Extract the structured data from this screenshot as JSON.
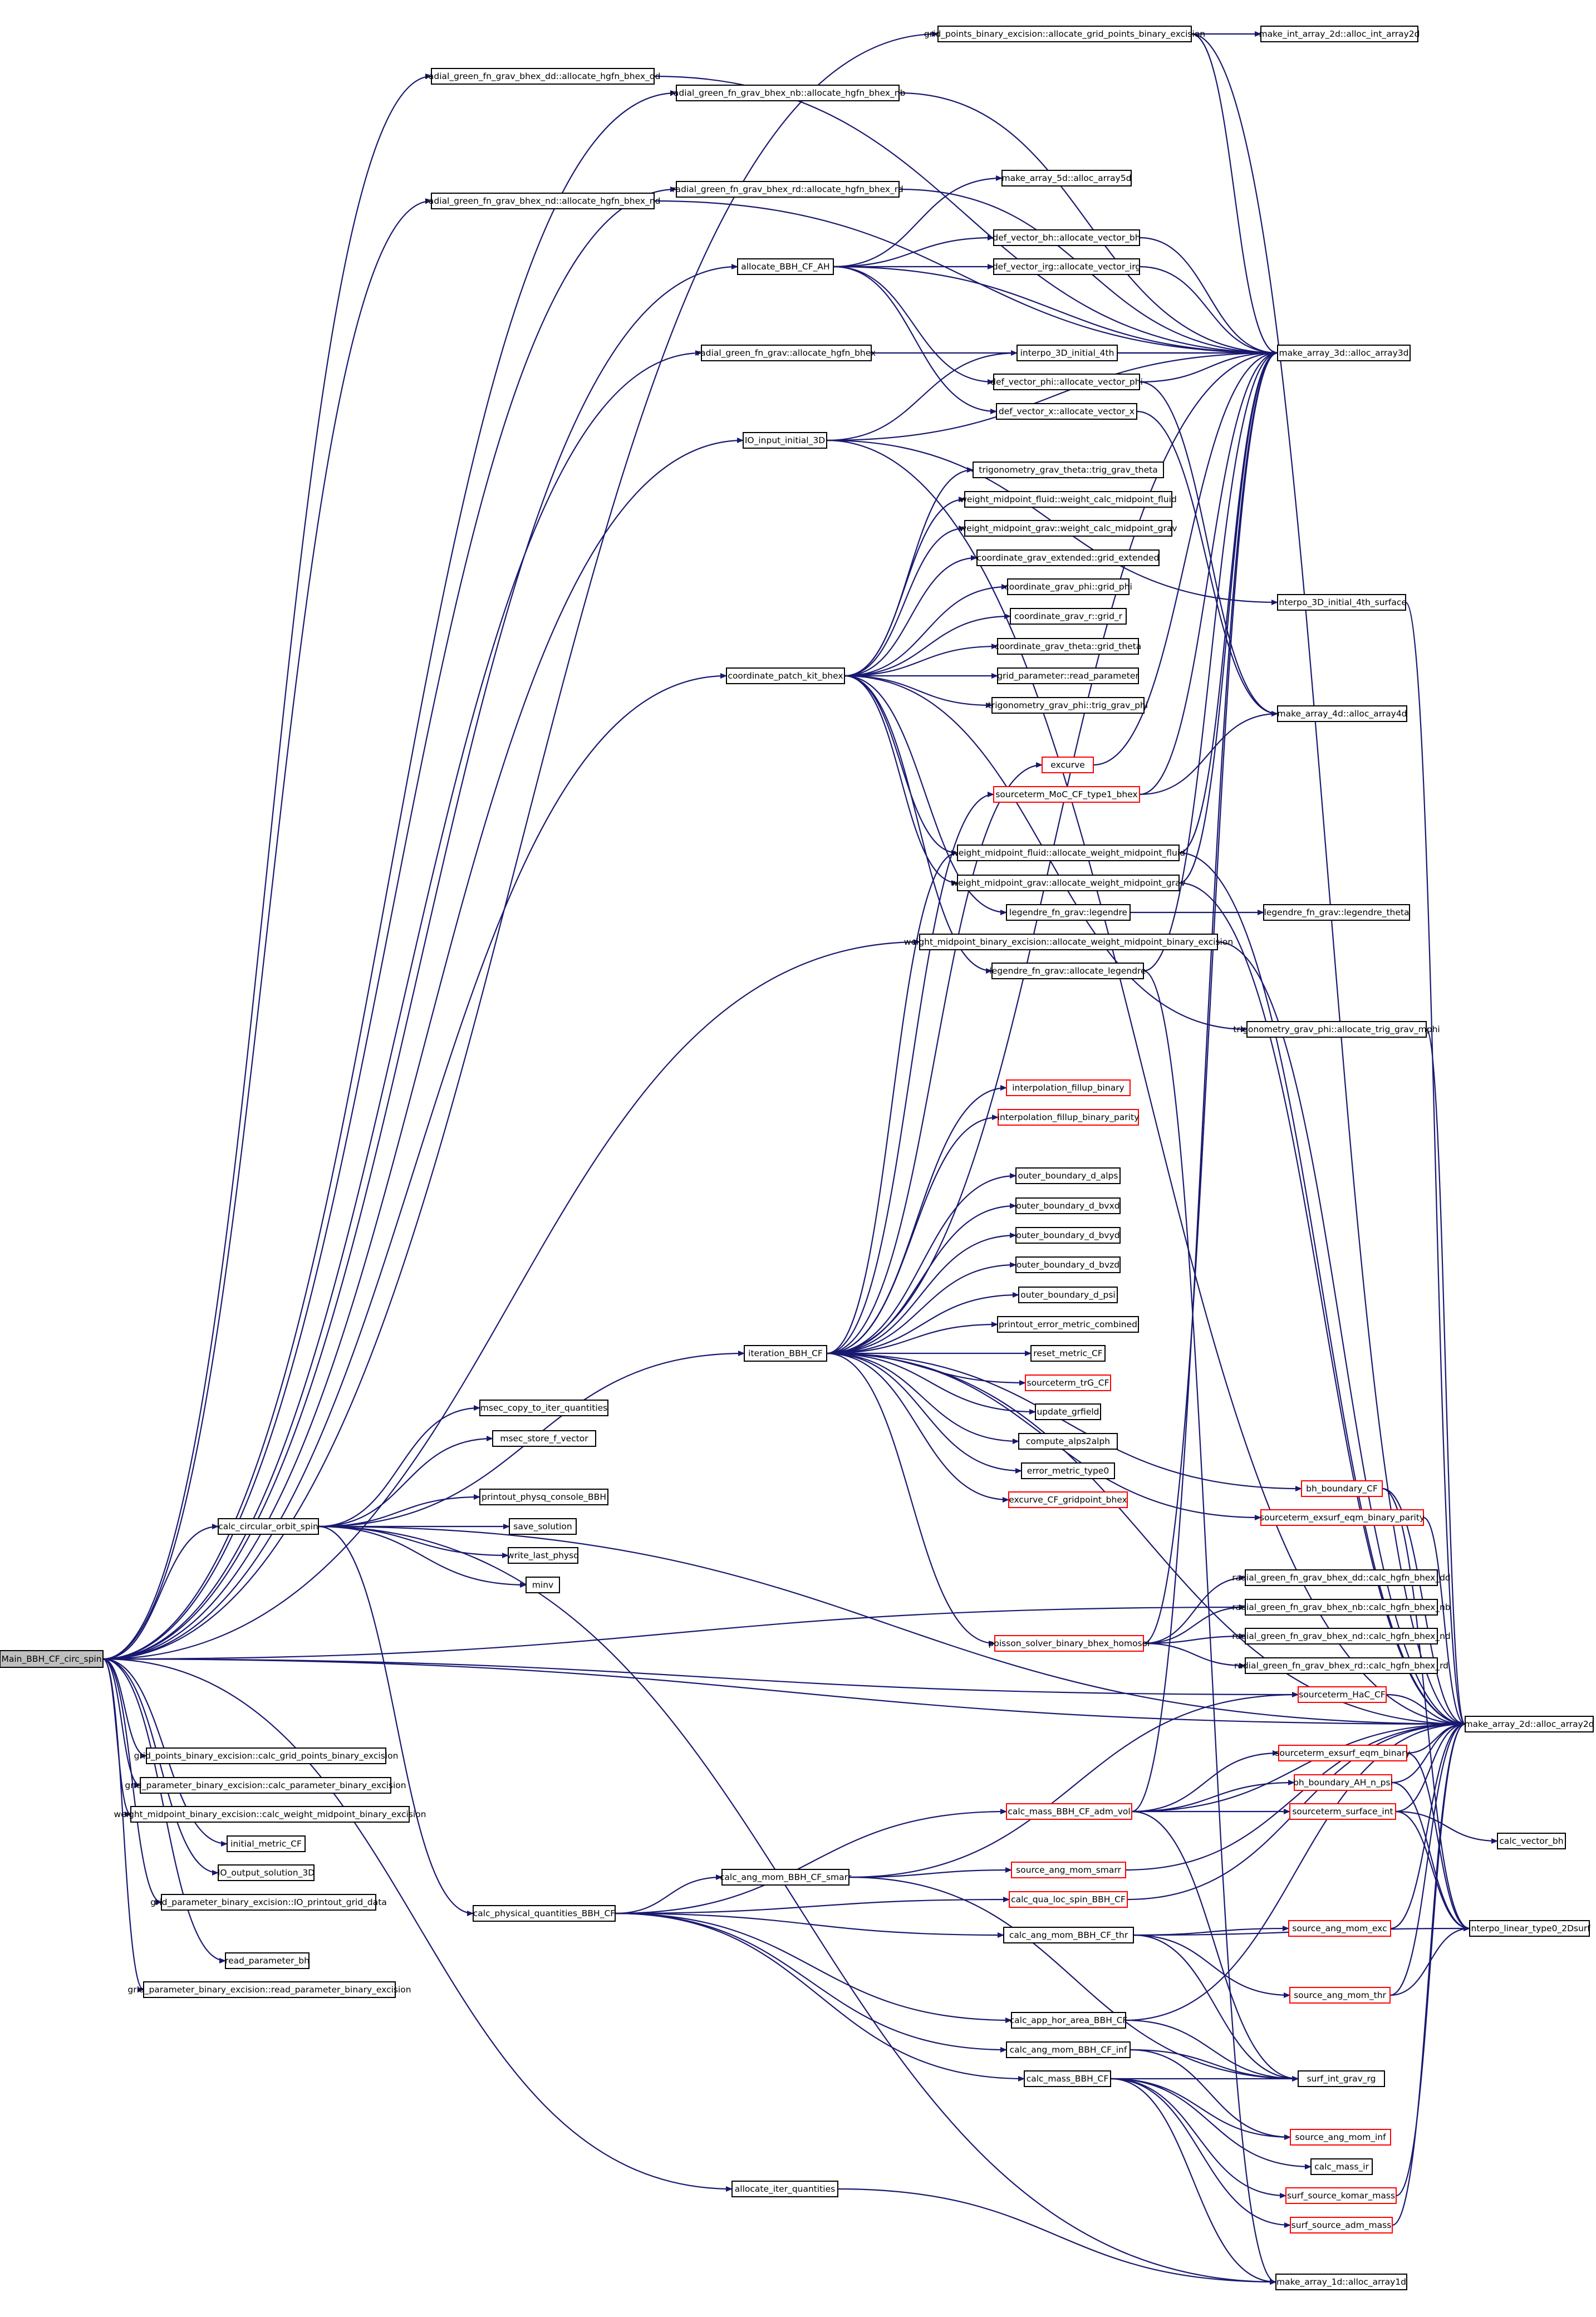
{
  "diagram": {
    "type": "call-graph",
    "edge_color": "#191970",
    "external_node_border": "#ff0000",
    "root_fill": "#bfbfbf",
    "nodes": [
      {
        "id": "root",
        "label": "Main_BBH_CF_circ_spin",
        "style": "root"
      },
      {
        "id": "gpbe_alloc",
        "label": "grid_points_binary_excision::allocate_grid_points_binary_excision"
      },
      {
        "id": "int2d",
        "label": "make_int_array_2d::alloc_int_array2d"
      },
      {
        "id": "rg_dd_alloc",
        "label": "radial_green_fn_grav_bhex_dd::allocate_hgfn_bhex_dd"
      },
      {
        "id": "rg_nb_alloc",
        "label": "radial_green_fn_grav_bhex_nb::allocate_hgfn_bhex_nb"
      },
      {
        "id": "rg_nd_alloc",
        "label": "radial_green_fn_grav_bhex_nd::allocate_hgfn_bhex_nd"
      },
      {
        "id": "rg_rd_alloc",
        "label": "radial_green_fn_grav_bhex_rd::allocate_hgfn_bhex_rd"
      },
      {
        "id": "arr5d",
        "label": "make_array_5d::alloc_array5d"
      },
      {
        "id": "alloc_ah",
        "label": "allocate_BBH_CF_AH"
      },
      {
        "id": "vec_bh",
        "label": "def_vector_bh::allocate_vector_bh"
      },
      {
        "id": "vec_irg",
        "label": "def_vector_irg::allocate_vector_irg"
      },
      {
        "id": "rg_bhex_alloc",
        "label": "radial_green_fn_grav::allocate_hgfn_bhex"
      },
      {
        "id": "arr3d",
        "label": "make_array_3d::alloc_array3d"
      },
      {
        "id": "interpo3d",
        "label": "interpo_3D_initial_4th"
      },
      {
        "id": "vec_phi",
        "label": "def_vector_phi::allocate_vector_phi"
      },
      {
        "id": "vec_x",
        "label": "def_vector_x::allocate_vector_x"
      },
      {
        "id": "io_input",
        "label": "IO_input_initial_3D"
      },
      {
        "id": "trig_theta",
        "label": "trigonometry_grav_theta::trig_grav_theta"
      },
      {
        "id": "wm_fluid",
        "label": "weight_midpoint_fluid::weight_calc_midpoint_fluid"
      },
      {
        "id": "wm_grav",
        "label": "weight_midpoint_grav::weight_calc_midpoint_grav"
      },
      {
        "id": "grid_ext",
        "label": "coordinate_grav_extended::grid_extended"
      },
      {
        "id": "grid_phi",
        "label": "coordinate_grav_phi::grid_phi"
      },
      {
        "id": "interpo_surf",
        "label": "interpo_3D_initial_4th_surface"
      },
      {
        "id": "grid_r",
        "label": "coordinate_grav_r::grid_r"
      },
      {
        "id": "grid_theta",
        "label": "coordinate_grav_theta::grid_theta"
      },
      {
        "id": "coord_patch",
        "label": "coordinate_patch_kit_bhex"
      },
      {
        "id": "read_param",
        "label": "grid_parameter::read_parameter"
      },
      {
        "id": "trig_phi",
        "label": "trigonometry_grav_phi::trig_grav_phi"
      },
      {
        "id": "arr4d",
        "label": "make_array_4d::alloc_array4d"
      },
      {
        "id": "excurve",
        "label": "excurve",
        "style": "red"
      },
      {
        "id": "src_moc",
        "label": "sourceterm_MoC_CF_type1_bhex",
        "style": "red"
      },
      {
        "id": "awm_fluid",
        "label": "weight_midpoint_fluid::allocate_weight_midpoint_fluid"
      },
      {
        "id": "awm_grav",
        "label": "weight_midpoint_grav::allocate_weight_midpoint_grav"
      },
      {
        "id": "legendre",
        "label": "legendre_fn_grav::legendre"
      },
      {
        "id": "legendre_theta",
        "label": "legendre_fn_grav::legendre_theta"
      },
      {
        "id": "awm_bin",
        "label": "weight_midpoint_binary_excision::allocate_weight_midpoint_binary_excision"
      },
      {
        "id": "alloc_leg",
        "label": "legendre_fn_grav::allocate_legendre"
      },
      {
        "id": "alloc_trig_mphi",
        "label": "trigonometry_grav_phi::allocate_trig_grav_mphi"
      },
      {
        "id": "interp_fill",
        "label": "interpolation_fillup_binary",
        "style": "red"
      },
      {
        "id": "interp_fill_par",
        "label": "interpolation_fillup_binary_parity",
        "style": "red"
      },
      {
        "id": "ob_alps",
        "label": "outer_boundary_d_alps"
      },
      {
        "id": "ob_bvxd",
        "label": "outer_boundary_d_bvxd"
      },
      {
        "id": "ob_bvyd",
        "label": "outer_boundary_d_bvyd"
      },
      {
        "id": "ob_bvzd",
        "label": "outer_boundary_d_bvzd"
      },
      {
        "id": "ob_psi",
        "label": "outer_boundary_d_psi"
      },
      {
        "id": "printout_err",
        "label": "printout_error_metric_combined"
      },
      {
        "id": "iteration",
        "label": "iteration_BBH_CF"
      },
      {
        "id": "reset_metric",
        "label": "reset_metric_CF"
      },
      {
        "id": "src_trg",
        "label": "sourceterm_trG_CF",
        "style": "red"
      },
      {
        "id": "msec_copy",
        "label": "msec_copy_to_iter_quantities"
      },
      {
        "id": "update_grfield",
        "label": "update_grfield"
      },
      {
        "id": "msec_store",
        "label": "msec_store_f_vector"
      },
      {
        "id": "compute_alps",
        "label": "compute_alps2alph"
      },
      {
        "id": "err_metric",
        "label": "error_metric_type0"
      },
      {
        "id": "printout_physq",
        "label": "printout_physq_console_BBH"
      },
      {
        "id": "excurve_gp",
        "label": "excurve_CF_gridpoint_bhex",
        "style": "red"
      },
      {
        "id": "bh_boundary",
        "label": "bh_boundary_CF",
        "style": "red"
      },
      {
        "id": "calc_circ",
        "label": "calc_circular_orbit_spin"
      },
      {
        "id": "save_sol",
        "label": "save_solution"
      },
      {
        "id": "src_exsurf_par",
        "label": "sourceterm_exsurf_eqm_binary_parity",
        "style": "red"
      },
      {
        "id": "write_last",
        "label": "write_last_physq"
      },
      {
        "id": "rg_dd_calc",
        "label": "radial_green_fn_grav_bhex_dd::calc_hgfn_bhex_dd"
      },
      {
        "id": "minv",
        "label": "minv"
      },
      {
        "id": "rg_nb_calc",
        "label": "radial_green_fn_grav_bhex_nb::calc_hgfn_bhex_nb"
      },
      {
        "id": "poisson",
        "label": "poisson_solver_binary_bhex_homosol",
        "style": "red"
      },
      {
        "id": "rg_nd_calc",
        "label": "radial_green_fn_grav_bhex_nd::calc_hgfn_bhex_nd"
      },
      {
        "id": "rg_rd_calc",
        "label": "radial_green_fn_grav_bhex_rd::calc_hgfn_bhex_rd"
      },
      {
        "id": "src_hac",
        "label": "sourceterm_HaC_CF",
        "style": "red"
      },
      {
        "id": "arr2d",
        "label": "make_array_2d::alloc_array2d"
      },
      {
        "id": "src_exsurf",
        "label": "sourceterm_exsurf_eqm_binary",
        "style": "red"
      },
      {
        "id": "gpbe_calc",
        "label": "grid_points_binary_excision::calc_grid_points_binary_excision"
      },
      {
        "id": "bh_ah_psi",
        "label": "bh_boundary_AH_n_psi",
        "style": "red"
      },
      {
        "id": "gparam_calc",
        "label": "grid_parameter_binary_excision::calc_parameter_binary_excision"
      },
      {
        "id": "calc_mass_adm",
        "label": "calc_mass_BBH_CF_adm_vol",
        "style": "red"
      },
      {
        "id": "src_surf_int",
        "label": "sourceterm_surface_int",
        "style": "red"
      },
      {
        "id": "wm_bin_calc",
        "label": "weight_midpoint_binary_excision::calc_weight_midpoint_binary_excision"
      },
      {
        "id": "calc_vec_bh",
        "label": "calc_vector_bh"
      },
      {
        "id": "init_metric",
        "label": "initial_metric_CF"
      },
      {
        "id": "src_angmom_smarr",
        "label": "source_ang_mom_smarr",
        "style": "red"
      },
      {
        "id": "calc_angmom_smarr",
        "label": "calc_ang_mom_BBH_CF_smarr"
      },
      {
        "id": "io_output",
        "label": "IO_output_solution_3D"
      },
      {
        "id": "calc_qua_loc",
        "label": "calc_qua_loc_spin_BBH_CF",
        "style": "red"
      },
      {
        "id": "gparam_io",
        "label": "grid_parameter_binary_excision::IO_printout_grid_data"
      },
      {
        "id": "calc_phys",
        "label": "calc_physical_quantities_BBH_CF"
      },
      {
        "id": "src_angmom_exc",
        "label": "source_ang_mom_exc",
        "style": "red"
      },
      {
        "id": "interpo_lin",
        "label": "interpo_linear_type0_2Dsurf"
      },
      {
        "id": "calc_angmom_thr",
        "label": "calc_ang_mom_BBH_CF_thr"
      },
      {
        "id": "read_param_bh",
        "label": "read_parameter_bh"
      },
      {
        "id": "gparam_read",
        "label": "grid_parameter_binary_excision::read_parameter_binary_excision"
      },
      {
        "id": "src_angmom_thr",
        "label": "source_ang_mom_thr",
        "style": "red"
      },
      {
        "id": "calc_app_hor",
        "label": "calc_app_hor_area_BBH_CF"
      },
      {
        "id": "calc_angmom_inf",
        "label": "calc_ang_mom_BBH_CF_inf"
      },
      {
        "id": "surf_int",
        "label": "surf_int_grav_rg"
      },
      {
        "id": "calc_mass",
        "label": "calc_mass_BBH_CF"
      },
      {
        "id": "src_angmom_inf",
        "label": "source_ang_mom_inf",
        "style": "red"
      },
      {
        "id": "calc_mass_ir",
        "label": "calc_mass_ir"
      },
      {
        "id": "alloc_iter",
        "label": "allocate_iter_quantities"
      },
      {
        "id": "surf_komar",
        "label": "surf_source_komar_mass",
        "style": "red"
      },
      {
        "id": "surf_adm",
        "label": "surf_source_adm_mass",
        "style": "red"
      },
      {
        "id": "arr1d",
        "label": "make_array_1d::alloc_array1d"
      }
    ],
    "edges": [
      [
        "root",
        "gpbe_alloc"
      ],
      [
        "root",
        "rg_dd_alloc"
      ],
      [
        "root",
        "rg_nb_alloc"
      ],
      [
        "root",
        "rg_nd_alloc"
      ],
      [
        "root",
        "rg_rd_alloc"
      ],
      [
        "root",
        "alloc_ah"
      ],
      [
        "root",
        "rg_bhex_alloc"
      ],
      [
        "root",
        "io_input"
      ],
      [
        "root",
        "coord_patch"
      ],
      [
        "root",
        "awm_bin"
      ],
      [
        "root",
        "calc_circ"
      ],
      [
        "root",
        "rg_nb_calc"
      ],
      [
        "root",
        "src_hac"
      ],
      [
        "root",
        "arr2d"
      ],
      [
        "root",
        "gpbe_calc"
      ],
      [
        "root",
        "gparam_calc"
      ],
      [
        "root",
        "wm_bin_calc"
      ],
      [
        "root",
        "init_metric"
      ],
      [
        "root",
        "io_output"
      ],
      [
        "root",
        "gparam_io"
      ],
      [
        "root",
        "read_param_bh"
      ],
      [
        "root",
        "gparam_read"
      ],
      [
        "root",
        "alloc_iter"
      ],
      [
        "gpbe_alloc",
        "int2d"
      ],
      [
        "gpbe_alloc",
        "arr3d"
      ],
      [
        "gpbe_alloc",
        "arr2d"
      ],
      [
        "rg_dd_alloc",
        "arr3d"
      ],
      [
        "rg_nb_alloc",
        "arr3d"
      ],
      [
        "rg_nd_alloc",
        "arr3d"
      ],
      [
        "rg_rd_alloc",
        "arr3d"
      ],
      [
        "alloc_ah",
        "arr5d"
      ],
      [
        "alloc_ah",
        "vec_bh"
      ],
      [
        "alloc_ah",
        "vec_irg"
      ],
      [
        "alloc_ah",
        "arr3d"
      ],
      [
        "alloc_ah",
        "vec_phi"
      ],
      [
        "alloc_ah",
        "vec_x"
      ],
      [
        "vec_bh",
        "arr3d"
      ],
      [
        "vec_irg",
        "arr3d"
      ],
      [
        "vec_phi",
        "arr3d"
      ],
      [
        "vec_phi",
        "arr4d"
      ],
      [
        "vec_x",
        "arr4d"
      ],
      [
        "rg_bhex_alloc",
        "arr3d"
      ],
      [
        "io_input",
        "interpo3d"
      ],
      [
        "io_input",
        "arr3d"
      ],
      [
        "io_input",
        "interpo_surf"
      ],
      [
        "io_input",
        "arr2d"
      ],
      [
        "interpo3d",
        "arr3d"
      ],
      [
        "interpo_surf",
        "arr2d"
      ],
      [
        "coord_patch",
        "trig_theta"
      ],
      [
        "coord_patch",
        "wm_fluid"
      ],
      [
        "coord_patch",
        "wm_grav"
      ],
      [
        "coord_patch",
        "grid_ext"
      ],
      [
        "coord_patch",
        "grid_phi"
      ],
      [
        "coord_patch",
        "grid_r"
      ],
      [
        "coord_patch",
        "grid_theta"
      ],
      [
        "coord_patch",
        "read_param"
      ],
      [
        "coord_patch",
        "trig_phi"
      ],
      [
        "coord_patch",
        "awm_fluid"
      ],
      [
        "coord_patch",
        "awm_grav"
      ],
      [
        "coord_patch",
        "legendre"
      ],
      [
        "coord_patch",
        "alloc_leg"
      ],
      [
        "coord_patch",
        "alloc_trig_mphi"
      ],
      [
        "awm_fluid",
        "arr3d"
      ],
      [
        "awm_fluid",
        "arr2d"
      ],
      [
        "awm_grav",
        "arr3d"
      ],
      [
        "awm_grav",
        "arr2d"
      ],
      [
        "legendre",
        "legendre_theta"
      ],
      [
        "alloc_leg",
        "arr3d"
      ],
      [
        "alloc_leg",
        "arr1d"
      ],
      [
        "awm_bin",
        "arr2d"
      ],
      [
        "alloc_trig_mphi",
        "arr2d"
      ],
      [
        "calc_circ",
        "msec_copy"
      ],
      [
        "calc_circ",
        "msec_store"
      ],
      [
        "calc_circ",
        "printout_physq"
      ],
      [
        "calc_circ",
        "save_sol"
      ],
      [
        "calc_circ",
        "write_last"
      ],
      [
        "calc_circ",
        "minv"
      ],
      [
        "calc_circ",
        "iteration"
      ],
      [
        "calc_circ",
        "calc_phys"
      ],
      [
        "calc_circ",
        "arr2d"
      ],
      [
        "calc_circ",
        "arr1d"
      ],
      [
        "iteration",
        "excurve"
      ],
      [
        "iteration",
        "src_moc"
      ],
      [
        "iteration",
        "awm_fluid"
      ],
      [
        "iteration",
        "interp_fill"
      ],
      [
        "iteration",
        "interp_fill_par"
      ],
      [
        "iteration",
        "ob_alps"
      ],
      [
        "iteration",
        "ob_bvxd"
      ],
      [
        "iteration",
        "ob_bvyd"
      ],
      [
        "iteration",
        "ob_bvzd"
      ],
      [
        "iteration",
        "ob_psi"
      ],
      [
        "iteration",
        "printout_err"
      ],
      [
        "iteration",
        "reset_metric"
      ],
      [
        "iteration",
        "src_trg"
      ],
      [
        "iteration",
        "update_grfield"
      ],
      [
        "iteration",
        "compute_alps"
      ],
      [
        "iteration",
        "err_metric"
      ],
      [
        "iteration",
        "excurve_gp"
      ],
      [
        "iteration",
        "bh_boundary"
      ],
      [
        "iteration",
        "src_exsurf_par"
      ],
      [
        "iteration",
        "poisson"
      ],
      [
        "iteration",
        "arr2d"
      ],
      [
        "iteration",
        "arr3d"
      ],
      [
        "excurve",
        "arr3d"
      ],
      [
        "src_moc",
        "arr3d"
      ],
      [
        "src_moc",
        "arr4d"
      ],
      [
        "bh_boundary",
        "arr2d"
      ],
      [
        "bh_boundary",
        "interpo_lin"
      ],
      [
        "src_exsurf_par",
        "arr2d"
      ],
      [
        "poisson",
        "rg_dd_calc"
      ],
      [
        "poisson",
        "rg_nb_calc"
      ],
      [
        "poisson",
        "rg_nd_calc"
      ],
      [
        "poisson",
        "rg_rd_calc"
      ],
      [
        "poisson",
        "arr3d"
      ],
      [
        "src_hac",
        "arr2d"
      ],
      [
        "src_exsurf",
        "arr2d"
      ],
      [
        "src_exsurf",
        "interpo_lin"
      ],
      [
        "bh_ah_psi",
        "arr2d"
      ],
      [
        "bh_ah_psi",
        "interpo_lin"
      ],
      [
        "src_surf_int",
        "arr2d"
      ],
      [
        "src_surf_int",
        "calc_vec_bh"
      ],
      [
        "src_surf_int",
        "interpo_lin"
      ],
      [
        "calc_phys",
        "calc_mass_adm"
      ],
      [
        "calc_phys",
        "calc_angmom_smarr"
      ],
      [
        "calc_phys",
        "calc_qua_loc"
      ],
      [
        "calc_phys",
        "calc_angmom_thr"
      ],
      [
        "calc_phys",
        "calc_app_hor"
      ],
      [
        "calc_phys",
        "calc_angmom_inf"
      ],
      [
        "calc_phys",
        "calc_mass"
      ],
      [
        "calc_mass_adm",
        "src_exsurf"
      ],
      [
        "calc_mass_adm",
        "bh_ah_psi"
      ],
      [
        "calc_mass_adm",
        "src_surf_int"
      ],
      [
        "calc_mass_adm",
        "arr2d"
      ],
      [
        "calc_mass_adm",
        "surf_int"
      ],
      [
        "calc_mass_adm",
        "arr3d"
      ],
      [
        "calc_angmom_smarr",
        "src_angmom_smarr"
      ],
      [
        "calc_angmom_smarr",
        "surf_int"
      ],
      [
        "calc_angmom_smarr",
        "src_hac"
      ],
      [
        "src_angmom_smarr",
        "arr2d"
      ],
      [
        "calc_qua_loc",
        "arr2d"
      ],
      [
        "calc_angmom_thr",
        "src_angmom_exc"
      ],
      [
        "calc_angmom_thr",
        "src_angmom_thr"
      ],
      [
        "calc_angmom_thr",
        "surf_int"
      ],
      [
        "calc_angmom_thr",
        "interpo_lin"
      ],
      [
        "src_angmom_exc",
        "arr2d"
      ],
      [
        "src_angmom_thr",
        "arr2d"
      ],
      [
        "src_angmom_thr",
        "interpo_lin"
      ],
      [
        "calc_app_hor",
        "surf_int"
      ],
      [
        "calc_app_hor",
        "arr2d"
      ],
      [
        "calc_angmom_inf",
        "src_angmom_inf"
      ],
      [
        "calc_angmom_inf",
        "surf_int"
      ],
      [
        "calc_mass",
        "src_angmom_inf"
      ],
      [
        "calc_mass",
        "calc_mass_ir"
      ],
      [
        "calc_mass",
        "surf_komar"
      ],
      [
        "calc_mass",
        "surf_adm"
      ],
      [
        "calc_mass",
        "surf_int"
      ],
      [
        "calc_mass",
        "arr1d"
      ],
      [
        "surf_komar",
        "arr2d"
      ],
      [
        "surf_adm",
        "arr2d"
      ],
      [
        "alloc_iter",
        "arr1d"
      ]
    ]
  }
}
